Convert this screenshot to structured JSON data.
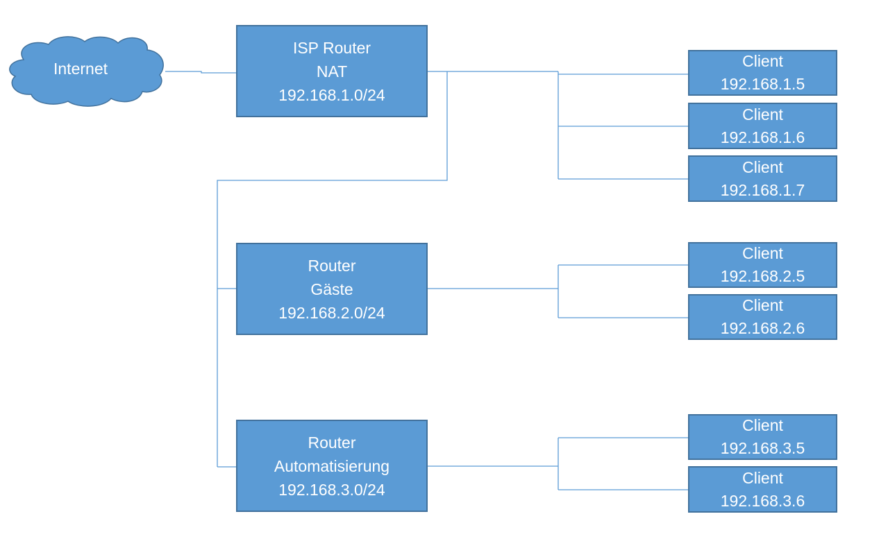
{
  "colors": {
    "box_fill": "#5b9bd5",
    "box_border": "#41719c",
    "line": "#5b9bd5",
    "text": "#ffffff"
  },
  "internet": {
    "icon": "cloud-icon",
    "label": "Internet"
  },
  "routers": [
    {
      "lines": [
        "ISP Router",
        "NAT",
        "192.168.1.0/24"
      ]
    },
    {
      "lines": [
        "Router",
        "Gäste",
        "192.168.2.0/24"
      ]
    },
    {
      "lines": [
        "Router",
        "Automatisierung",
        "192.168.3.0/24"
      ]
    }
  ],
  "clients": [
    {
      "label": "Client",
      "ip": "192.168.1.5"
    },
    {
      "label": "Client",
      "ip": "192.168.1.6"
    },
    {
      "label": "Client",
      "ip": "192.168.1.7"
    },
    {
      "label": "Client",
      "ip": "192.168.2.5"
    },
    {
      "label": "Client",
      "ip": "192.168.2.6"
    },
    {
      "label": "Client",
      "ip": "192.168.3.5"
    },
    {
      "label": "Client",
      "ip": "192.168.3.6"
    }
  ]
}
